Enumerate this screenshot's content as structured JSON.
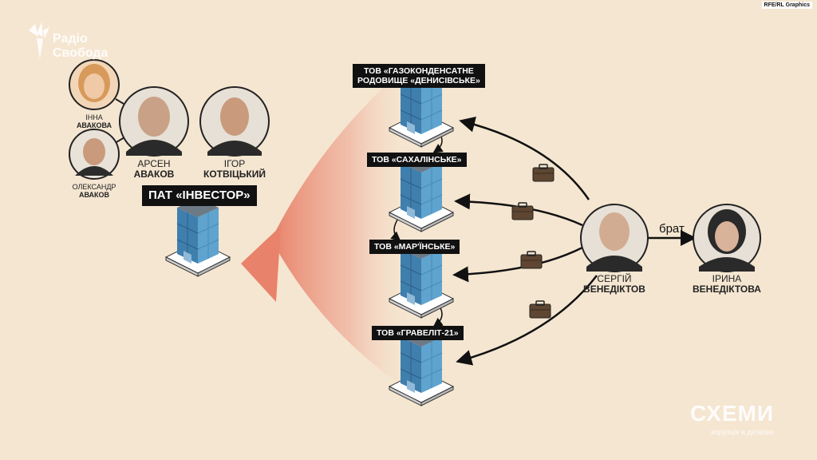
{
  "credit": "RFE/RL Graphics",
  "logo": {
    "line1": "Радіо",
    "line2": "Свобода"
  },
  "watermark": {
    "title": "СХЕМИ",
    "subtitle": "корупція в деталях"
  },
  "investor": {
    "label": "ПАТ «ІНВЕСТОР»"
  },
  "companies": [
    {
      "label_line1": "ТОВ «ГАЗОКОНДЕНСАТНЕ",
      "label_line2": "РОДОВИЩЕ «ДЕНИСІВСЬКЕ»"
    },
    {
      "label_line1": "ТОВ «САХАЛІНСЬКЕ»"
    },
    {
      "label_line1": "ТОВ «МАР'ЇНСЬКЕ»"
    },
    {
      "label_line1": "ТОВ «ГРАВЕЛІТ-21»"
    }
  ],
  "people": {
    "inna": {
      "first": "ІННА",
      "last": "АВАКОВА"
    },
    "arsen": {
      "first": "АРСЕН",
      "last": "АВАКОВ"
    },
    "ihor": {
      "first": "ІГОР",
      "last": "КОТВІЦЬКИЙ"
    },
    "oleksandr": {
      "first": "ОЛЕКСАНДР",
      "last": "АВАКОВ"
    },
    "serhiy": {
      "first": "СЕРГІЙ",
      "last": "ВЕНЕДІКТОВ"
    },
    "iryna": {
      "first": "ІРИНА",
      "last": "ВЕНЕДІКТОВА"
    }
  },
  "relation": "брат",
  "colors": {
    "background": "#f5e6d1",
    "funnel": "#e8826a",
    "building_glass": "#4a8bb8",
    "label_bg": "#111111"
  }
}
